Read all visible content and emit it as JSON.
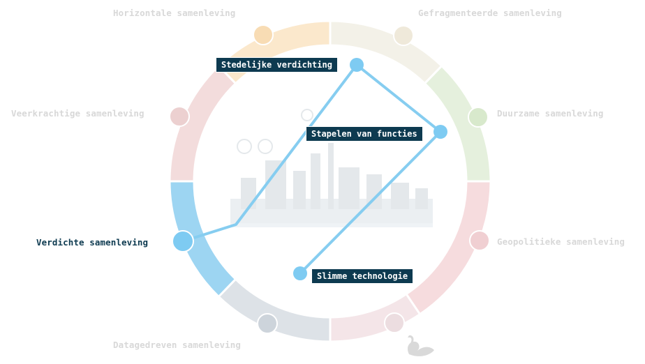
{
  "segments": [
    {
      "label": "Horizontale samenleving",
      "color": "#fbe8cc",
      "active": false
    },
    {
      "label": "Gefragmenteerde samenleving",
      "color": "#f3f1e8",
      "active": false
    },
    {
      "label": "Duurzame samenleving",
      "color": "#e5f0dd",
      "active": false
    },
    {
      "label": "Geopolitieke samenleving",
      "color": "#f6dcde",
      "active": false
    },
    {
      "label": "Datagedreven samenleving",
      "color": "#dde2e7",
      "active": false
    },
    {
      "label": "Verdichte samenleving",
      "color": "#9dd5f2",
      "active": true
    },
    {
      "label": "Veerkrachtige samenleving",
      "color": "#f3dcdc",
      "active": false
    }
  ],
  "extra_segments": [
    {
      "name": "bottom-right",
      "color": "#f4e5e8"
    }
  ],
  "callouts": {
    "stedelijke": "Stedelijke verdichting",
    "stapelen": "Stapelen van functies",
    "slimme": "Slimme technologie"
  },
  "colors": {
    "active_text": "#0d3a50",
    "inactive_text": "#d8d8d8",
    "line": "#86cdf0",
    "node": "#7ecbf2"
  }
}
